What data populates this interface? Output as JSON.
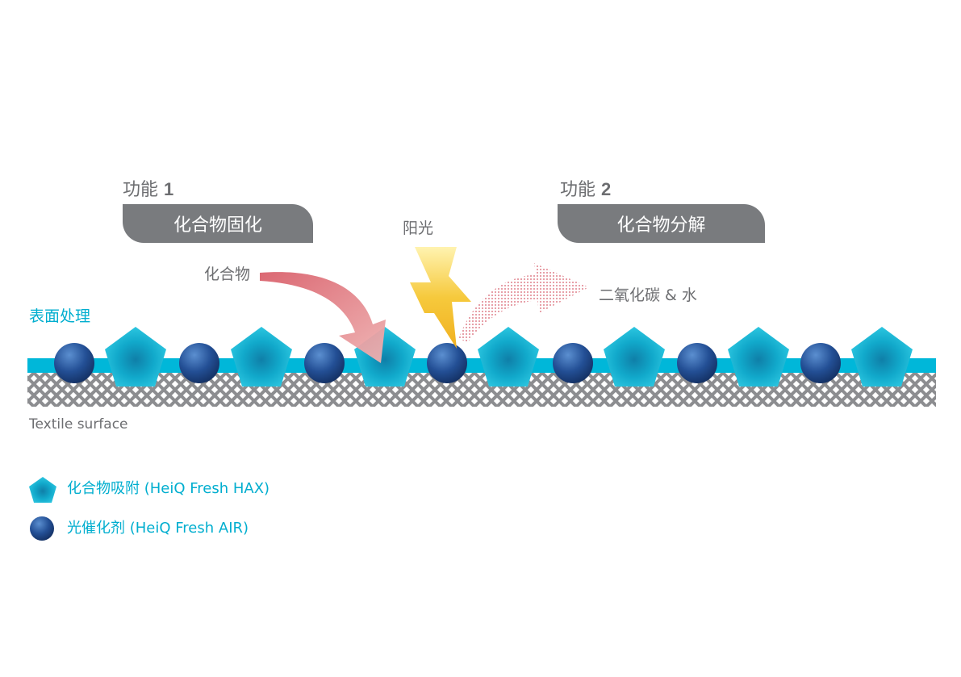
{
  "function1": {
    "label": "功能",
    "number": "1",
    "title": "化合物固化"
  },
  "function2": {
    "label": "功能",
    "number": "2",
    "title": "化合物分解"
  },
  "labels": {
    "compound": "化合物",
    "sunlight": "阳光",
    "products": "二氧化碳 & 水",
    "surface_treatment": "表面处理",
    "textile_surface": "Textile surface"
  },
  "legend": {
    "hax": "化合物吸附 (HeiQ Fresh HAX)",
    "air": "光催化剂 (HeiQ Fresh AIR)"
  },
  "colors": {
    "cyan": "#00aecf",
    "tab_gray": "#797b7e",
    "text_gray": "#6d6e71",
    "navy": "#1c3f7c",
    "arrow_red": "#d9656f",
    "bolt_yellow": "#f5c324"
  },
  "icons": {
    "hax": "pentagon-icon",
    "air": "sphere-icon",
    "sun": "lightning-bolt-icon"
  }
}
